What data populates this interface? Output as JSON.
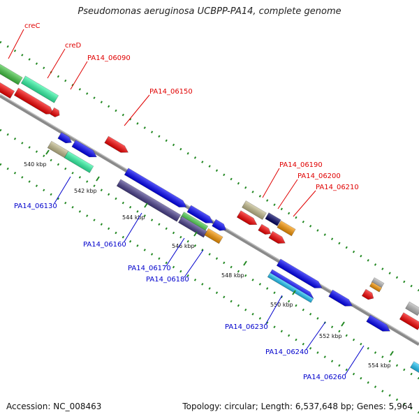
{
  "title": "Pseudomonas aeruginosa UCBPP-PA14, complete genome",
  "footer": {
    "accession": "Accession: NC_008463",
    "summary": "Topology: circular; Length: 6,537,648 bp; Genes: 5,964"
  },
  "ticks": [
    "540 kbp",
    "542 kbp",
    "544 kbp",
    "546 kbp",
    "548 kbp",
    "550 kbp",
    "552 kbp",
    "554 kbp"
  ],
  "genes_top": [
    "creC",
    "creD",
    "PA14_06090",
    "PA14_06150",
    "PA14_06190",
    "PA14_06200",
    "PA14_06210"
  ],
  "genes_bottom": [
    "PA14_06130",
    "PA14_06160",
    "PA14_06170",
    "PA14_06180",
    "PA14_06230",
    "PA14_06240",
    "PA14_06260"
  ],
  "colors": {
    "red": "#ff0000",
    "green": "#44cc44",
    "aquamarine": "#33ffaa",
    "khaki": "#c8c090",
    "blue": "#0000ff",
    "slate": "#4a3f8f",
    "orange": "#ff9900",
    "navy": "#000066",
    "cyan": "#22ccff",
    "gray": "#bbbbbb",
    "backbone": "#888888",
    "dots": "#228822"
  }
}
